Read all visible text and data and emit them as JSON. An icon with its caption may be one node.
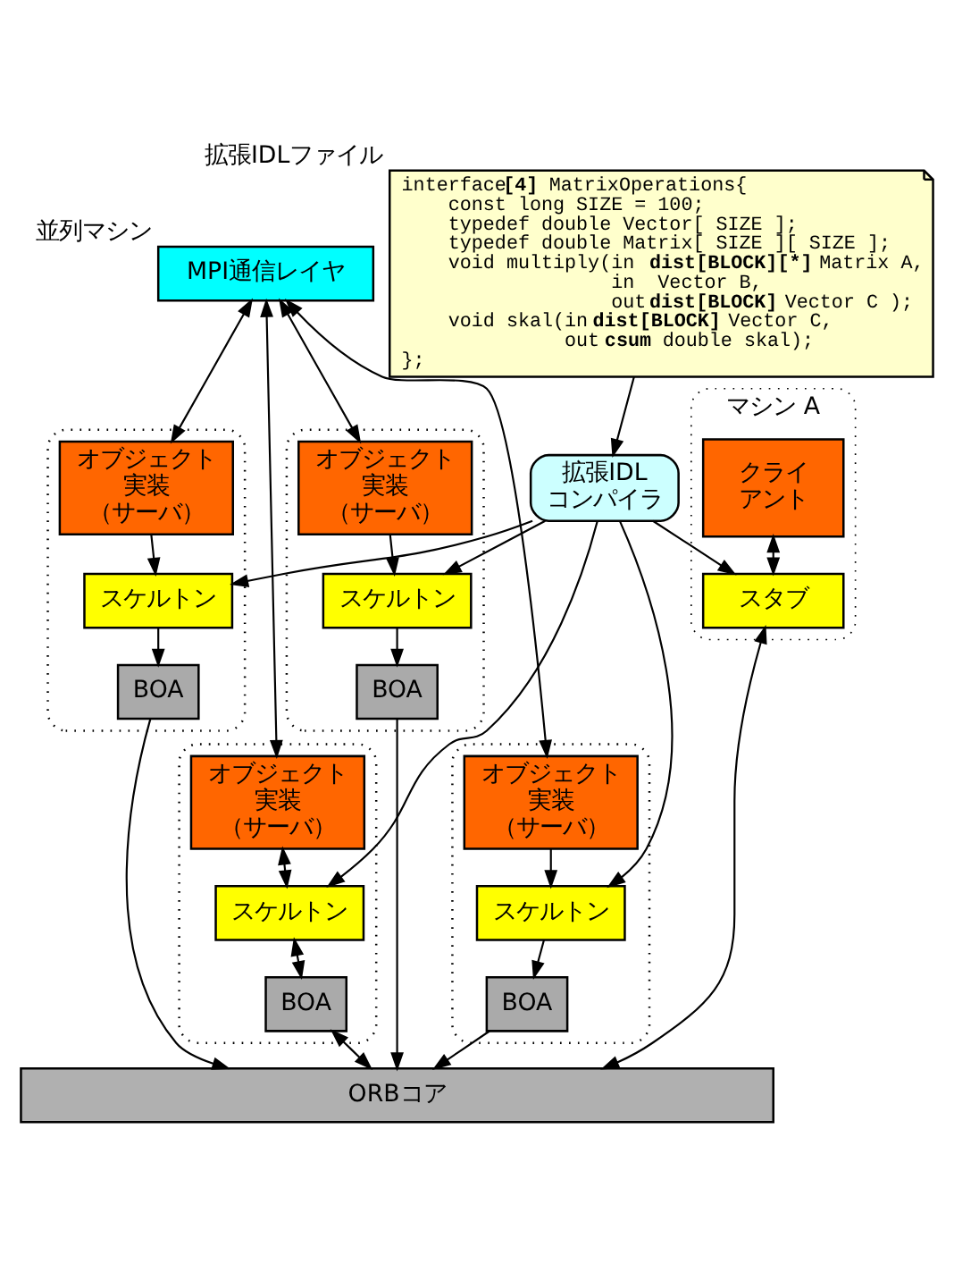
{
  "diagram": {
    "nodes": [
      {
        "text": [
          "interface**[4]** MatrixOperations{",
          "    const long SIZE = 100;",
          "    typedef double Vector[ SIZE ];",
          "    typedef double Matrix[ SIZE ][ SIZE ];",
          "    void multiply(in  **dist[BLOCK][*]** Matrix A,",
          "                  in  Vector B,",
          "                  out **dist[BLOCK]** Vector C );",
          "    void skal(in **dist[BLOCK]** Vector C,",
          "              out **csum** double skal);",
          "};"
        ],
        "beside": [
          "拡張IDLファイル"
        ]
      },
      {
        "text": [
          "拡張IDL",
          "コンパイラ"
        ]
      },
      {
        "text": [
          "マシン A"
        ]
      },
      {
        "text": [
          "クライ",
          "アント"
        ],
        "in": 2
      },
      {
        "text": [
          "スタブ"
        ],
        "in": 2
      },
      {
        "text": [
          "MPI通信レイヤ"
        ],
        "beside": [
          "並列マシン"
        ]
      },
      {
        "text": [],
        "shape": "box"
      },
      {
        "text": [
          "オブジェクト",
          "実装",
          "（サーバ）"
        ],
        "in": 6
      },
      {
        "text": [
          "スケルトン"
        ],
        "in": 6
      },
      {
        "text": [
          "BOA"
        ],
        "in": 6
      },
      {
        "text": [],
        "shape": "box"
      },
      {
        "text": [
          "オブジェクト",
          "実装",
          "（サーバ）"
        ],
        "in": 10
      },
      {
        "text": [
          "スケルトン"
        ],
        "in": 10
      },
      {
        "text": [
          "BOA"
        ],
        "in": 10
      },
      {
        "text": [],
        "shape": "box"
      },
      {
        "text": [
          "オブジェクト",
          "実装",
          "（サーバ）"
        ],
        "in": 14
      },
      {
        "text": [
          "スケルトン"
        ],
        "in": 14
      },
      {
        "text": [
          "BOA"
        ],
        "in": 14
      },
      {
        "text": [],
        "shape": "box"
      },
      {
        "text": [
          "オブジェクト",
          "実装",
          "（サーバ）"
        ],
        "in": 18
      },
      {
        "text": [
          "スケルトン"
        ],
        "in": 18
      },
      {
        "text": [
          "BOA"
        ],
        "in": 18
      },
      {
        "text": [
          "ORBコア"
        ]
      }
    ],
    "edges": [
      {
        "from": 0,
        "to": 1,
        "arrow": "to"
      },
      {
        "from": 1,
        "to": 4,
        "arrow": "to"
      },
      {
        "from": 1,
        "to": 8,
        "arrow": "to"
      },
      {
        "from": 1,
        "to": 12,
        "arrow": "to"
      },
      {
        "from": 1,
        "to": 16,
        "arrow": "to"
      },
      {
        "from": 1,
        "to": 20,
        "arrow": "to"
      },
      {
        "from": 3,
        "to": 4,
        "arrow": "both"
      },
      {
        "from": 4,
        "to": 22,
        "arrow": "both"
      },
      {
        "from": 5,
        "to": 7,
        "arrow": "both"
      },
      {
        "from": 5,
        "to": 11,
        "arrow": "both"
      },
      {
        "from": 5,
        "to": 15,
        "arrow": "both"
      },
      {
        "from": 5,
        "to": 19,
        "arrow": "both"
      },
      {
        "from": 7,
        "to": 8,
        "arrow": "to"
      },
      {
        "from": 11,
        "to": 12,
        "arrow": "to"
      },
      {
        "from": 15,
        "to": 16,
        "arrow": "to"
      },
      {
        "from": 19,
        "to": 20,
        "arrow": "both"
      },
      {
        "from": 8,
        "to": 9,
        "arrow": "to"
      },
      {
        "from": 12,
        "to": 13,
        "arrow": "to"
      },
      {
        "from": 16,
        "to": 17,
        "arrow": "to"
      },
      {
        "from": 20,
        "to": 21,
        "arrow": "both"
      },
      {
        "from": 9,
        "to": 22,
        "arrow": "to"
      },
      {
        "from": 13,
        "to": 22,
        "arrow": "to"
      },
      {
        "from": 17,
        "to": 22,
        "arrow": "to"
      },
      {
        "from": 21,
        "to": 22,
        "arrow": "both"
      }
    ]
  }
}
